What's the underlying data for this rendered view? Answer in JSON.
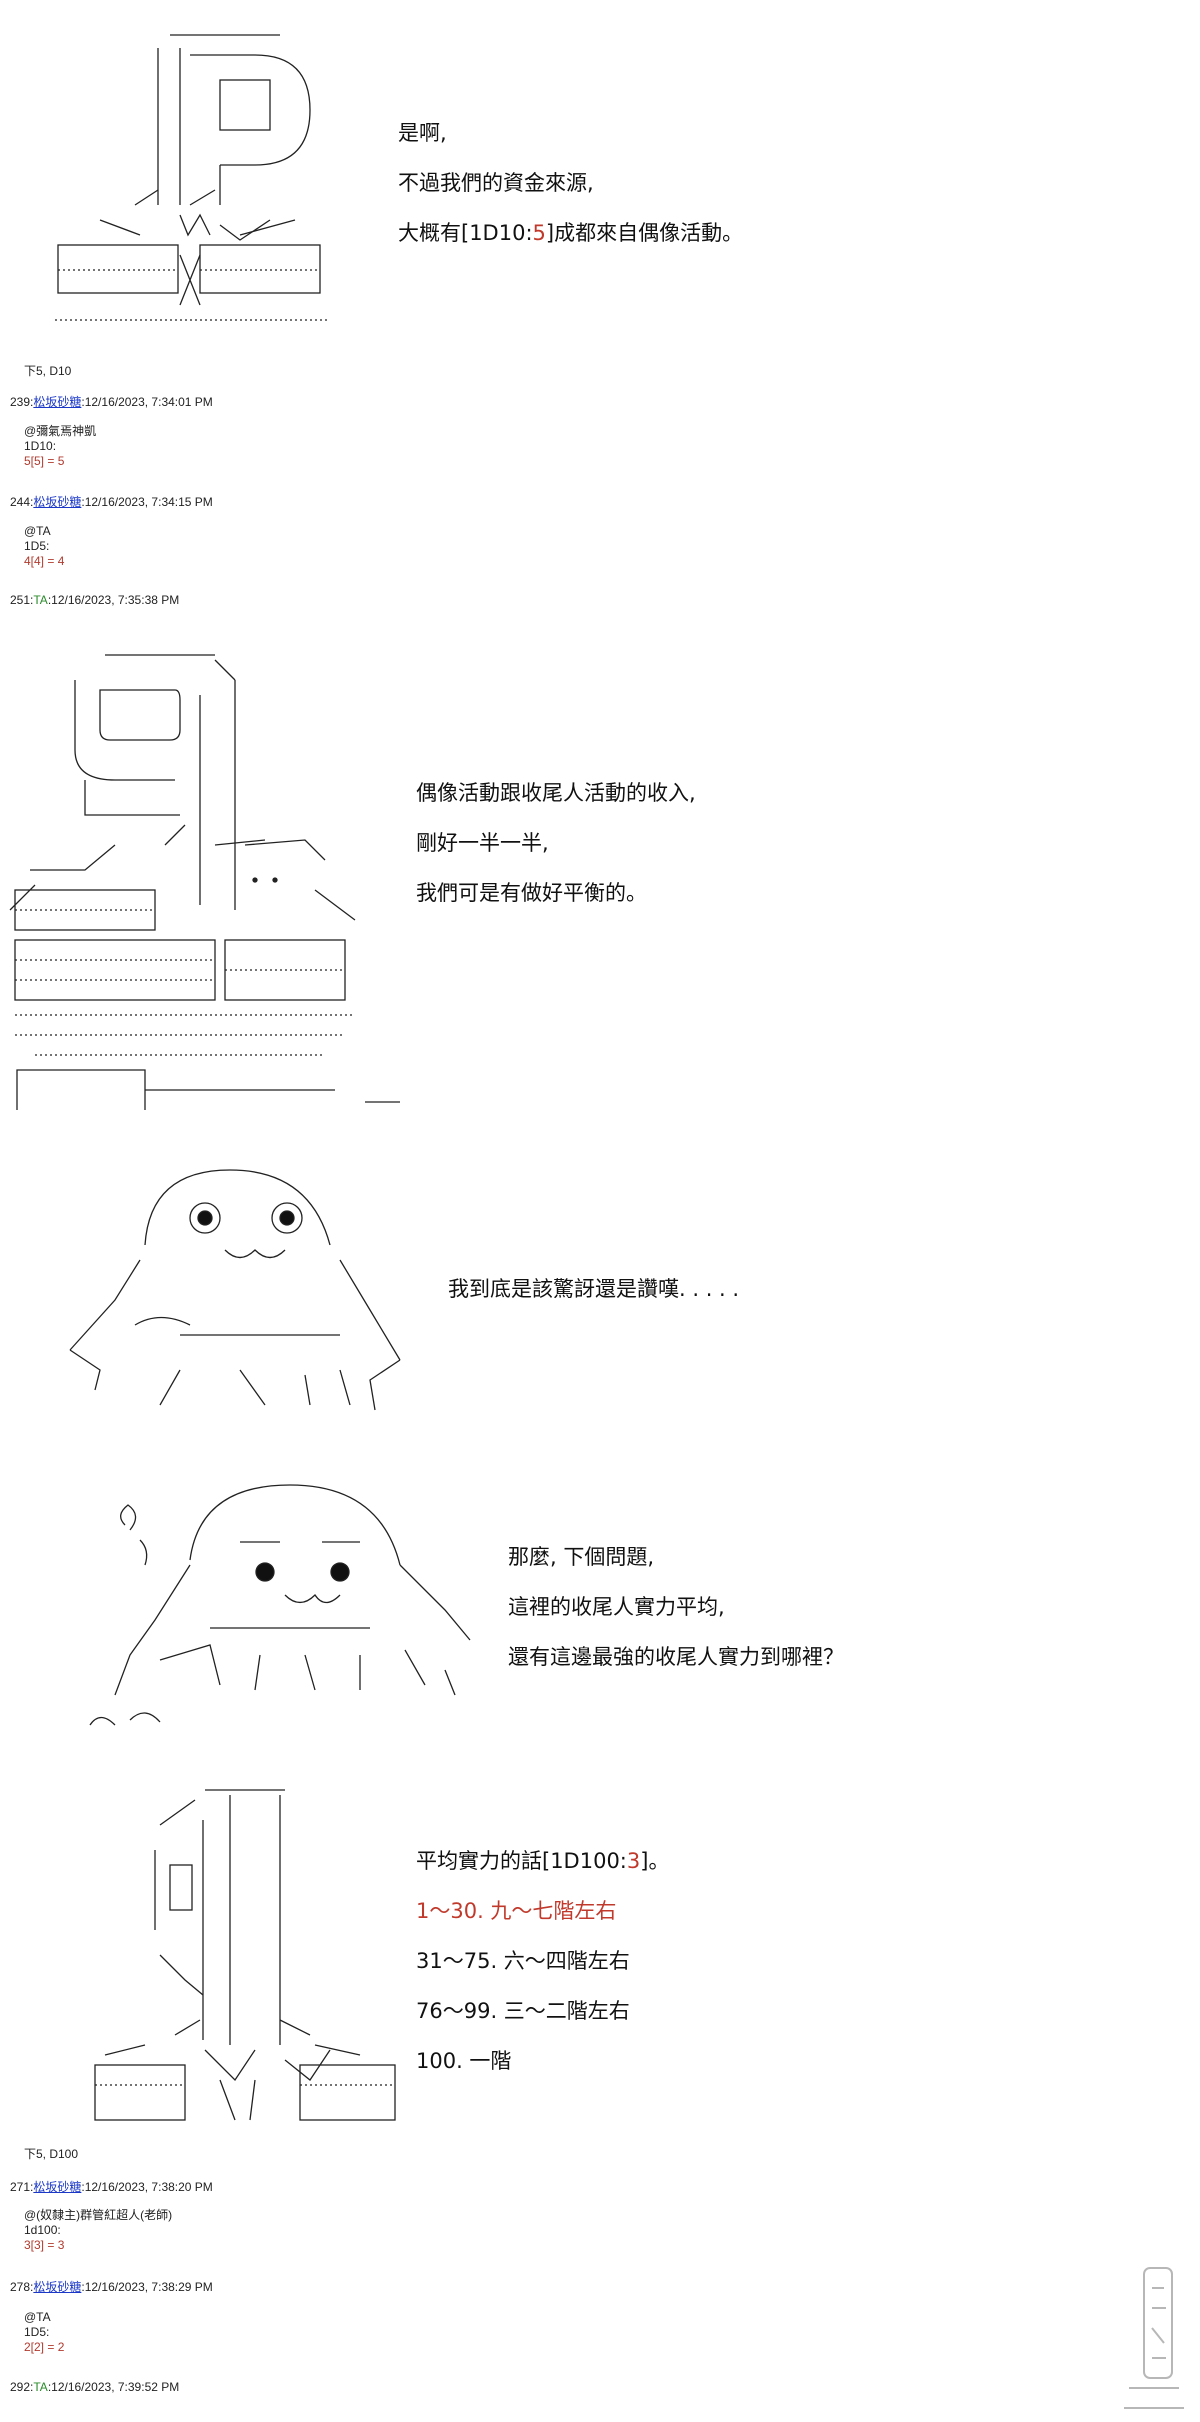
{
  "panel1": {
    "lines": [
      {
        "text": "是啊,"
      },
      {
        "text": "不過我們的資金來源,"
      },
      {
        "pre": "大概有[1D10:",
        "num": "5",
        "post": "]成都來自偶像活動。"
      }
    ]
  },
  "roll1": {
    "label": "下5, D10"
  },
  "post239": {
    "num": "239:",
    "user": "松坂砂糖",
    "time": ":12/16/2023, 7:34:01 PM"
  },
  "res239": {
    "target": "@彌氣焉神凱",
    "dice": "1D10:",
    "result": "5[5] = 5"
  },
  "post244": {
    "num": "244:",
    "user": "松坂砂糖",
    "time": ":12/16/2023, 7:34:15 PM"
  },
  "res244": {
    "target": "@TA",
    "dice": "1D5:",
    "result": "4[4] = 4"
  },
  "post251": {
    "num": "251:",
    "user": "TA",
    "time": ":12/16/2023, 7:35:38 PM"
  },
  "panel2": {
    "lines": [
      {
        "text": "偶像活動跟收尾人活動的收入,"
      },
      {
        "text": "剛好一半一半,"
      },
      {
        "text": "我們可是有做好平衡的。"
      }
    ]
  },
  "panel3": {
    "lines": [
      {
        "text": "我到底是該驚訝還是讚嘆. . . . ."
      }
    ]
  },
  "panel4": {
    "lines": [
      {
        "text": "那麼, 下個問題,"
      },
      {
        "text": "這裡的收尾人實力平均,"
      },
      {
        "text": "還有這邊最強的收尾人實力到哪裡？"
      }
    ]
  },
  "panel5": {
    "line1": {
      "pre": "平均實力的話[1D100:",
      "num": "3",
      "post": "]。"
    },
    "opt1": "1～30. 九～七階左右",
    "opt2": "31～75. 六～四階左右",
    "opt3": "76～99. 三～二階左右",
    "opt4": "100. 一階"
  },
  "roll2": {
    "label": "下5, D100"
  },
  "post271": {
    "num": "271:",
    "user": "松坂砂糖",
    "time": ":12/16/2023, 7:38:20 PM"
  },
  "res271": {
    "target": "@(奴隸主)群管紅超人(老師)",
    "dice": "1d100:",
    "result": "3[3] = 3"
  },
  "post278": {
    "num": "278:",
    "user": "松坂砂糖",
    "time": ":12/16/2023, 7:38:29 PM"
  },
  "res278": {
    "target": "@TA",
    "dice": "1D5:",
    "result": "2[2] = 2"
  },
  "post292": {
    "num": "292:",
    "user": "TA",
    "time": ":12/16/2023, 7:39:52 PM"
  },
  "colors": {
    "user_link": "#1a37c8",
    "highlight": "#c0392b",
    "text": "#111111"
  }
}
